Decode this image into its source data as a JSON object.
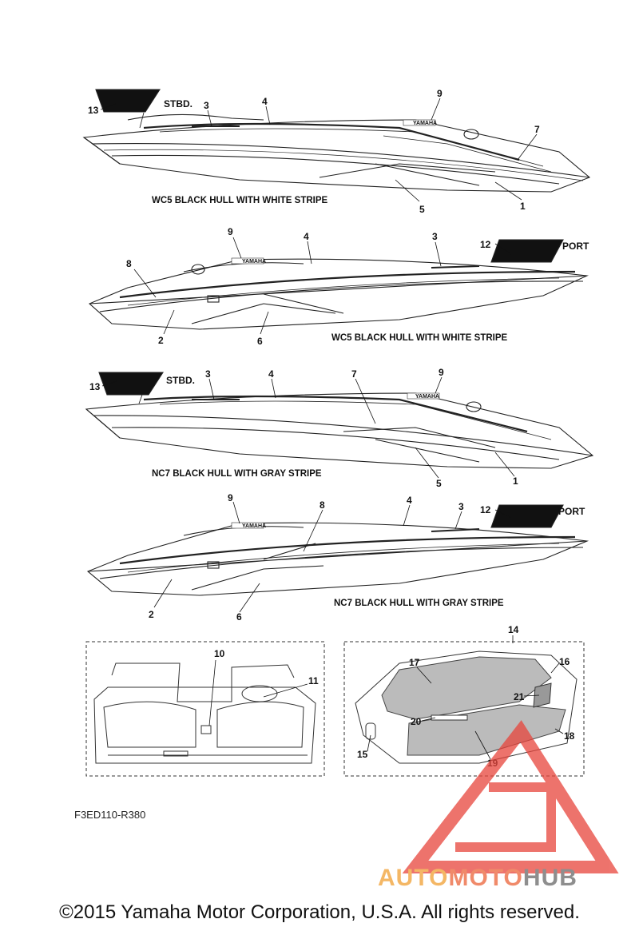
{
  "views": [
    {
      "id": "wc5-stbd",
      "caption": "WC5  BLACK HULL WITH WHITE STRIPE",
      "side_tag": "STBD.",
      "brand": "YAMAHA",
      "labels": [
        "13",
        "3",
        "4",
        "9",
        "7",
        "5",
        "1"
      ]
    },
    {
      "id": "wc5-port",
      "caption": "WC5  BLACK HULL WITH WHITE STRIPE",
      "side_tag": "PORT",
      "brand": "YAMAHA",
      "labels": [
        "9",
        "4",
        "3",
        "12",
        "8",
        "2",
        "6"
      ]
    },
    {
      "id": "nc7-stbd",
      "caption": "NC7  BLACK HULL WITH GRAY STRIPE",
      "side_tag": "STBD.",
      "brand": "YAMAHA",
      "labels": [
        "13",
        "3",
        "4",
        "7",
        "9",
        "5",
        "1"
      ]
    },
    {
      "id": "nc7-port",
      "caption": "NC7  BLACK HULL WITH GRAY STRIPE",
      "side_tag": "PORT",
      "brand": "YAMAHA",
      "labels": [
        "9",
        "8",
        "4",
        "3",
        "12",
        "2",
        "6"
      ]
    }
  ],
  "detail_left": {
    "labels": [
      "10",
      "11"
    ]
  },
  "detail_right": {
    "group_label": "14",
    "labels": [
      "17",
      "16",
      "21",
      "20",
      "18",
      "15",
      "19"
    ]
  },
  "figure_code": "F3ED110-R380",
  "copyright": "©2015 Yamaha Motor Corporation, U.S.A. All rights reserved.",
  "watermark": {
    "part1": "AUTO",
    "part2": "MOTO",
    "part3": "HUB"
  },
  "colors": {
    "ink": "#111111",
    "watermark_red": "#e8453c",
    "watermark_orange": "#f4b765",
    "watermark_gray": "#8e8e8e"
  }
}
